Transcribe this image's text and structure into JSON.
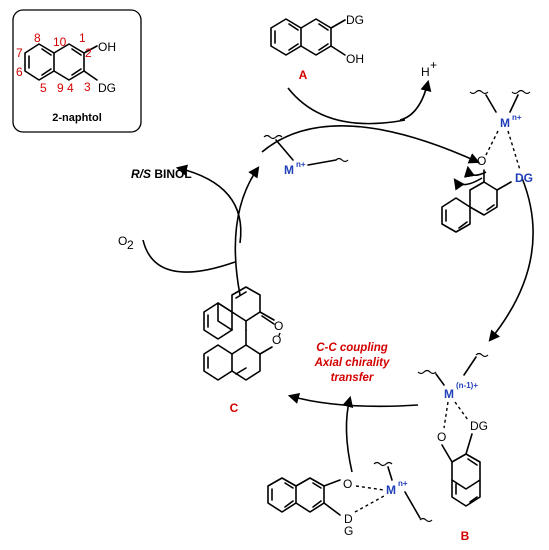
{
  "legend_box": {
    "title": "2-naphtol",
    "atom_numbers": [
      "1",
      "2",
      "3",
      "4",
      "5",
      "6",
      "7",
      "8",
      "9",
      "10"
    ],
    "oh_label": "OH",
    "dg_label": "DG"
  },
  "compound_a": {
    "label": "A",
    "dg_label": "DG",
    "oh_label": "OH"
  },
  "compound_b": {
    "label": "B"
  },
  "compound_c": {
    "label": "C"
  },
  "byproduct": {
    "text": "H",
    "superscript": "+"
  },
  "oxidant": {
    "text": "O",
    "subscript": "2"
  },
  "product": {
    "italic": "R/S",
    "text": " BINOL"
  },
  "metal_center": {
    "symbol": "M",
    "charge": "n+",
    "reduced_charge": "(n-1)+"
  },
  "step_label": {
    "lines": [
      "C-C coupling",
      "Axial chirality",
      "transfer"
    ]
  },
  "atoms": {
    "oxygen": "O",
    "dg": "DG",
    "d": "D",
    "g": "G"
  },
  "colors": {
    "red": "#d40000",
    "blue": "#1f3fb8",
    "black": "#000000"
  }
}
